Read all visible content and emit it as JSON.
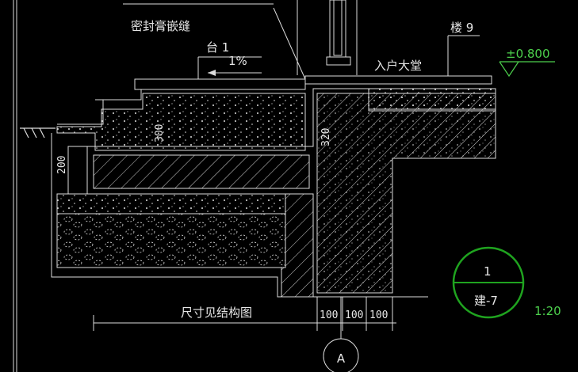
{
  "labels": {
    "sealant_joint": "密封膏嵌缝",
    "step_label": "台 1",
    "slope": "1%",
    "floor_label": "楼 9",
    "lobby": "入户大堂",
    "elevation": "±0.800",
    "dim_300": "300",
    "dim_320": "320",
    "dim_200": "200",
    "structure_note": "尺寸见结构图",
    "dim_100_a": "100",
    "dim_100_b": "100",
    "dim_100_c": "100",
    "axis": "A",
    "detail_number": "1",
    "detail_sheet": "建-7",
    "scale": "1:20"
  },
  "colors": {
    "lines": "#e6e6e6",
    "accent": "#4ccf4c",
    "background": "#000000"
  }
}
